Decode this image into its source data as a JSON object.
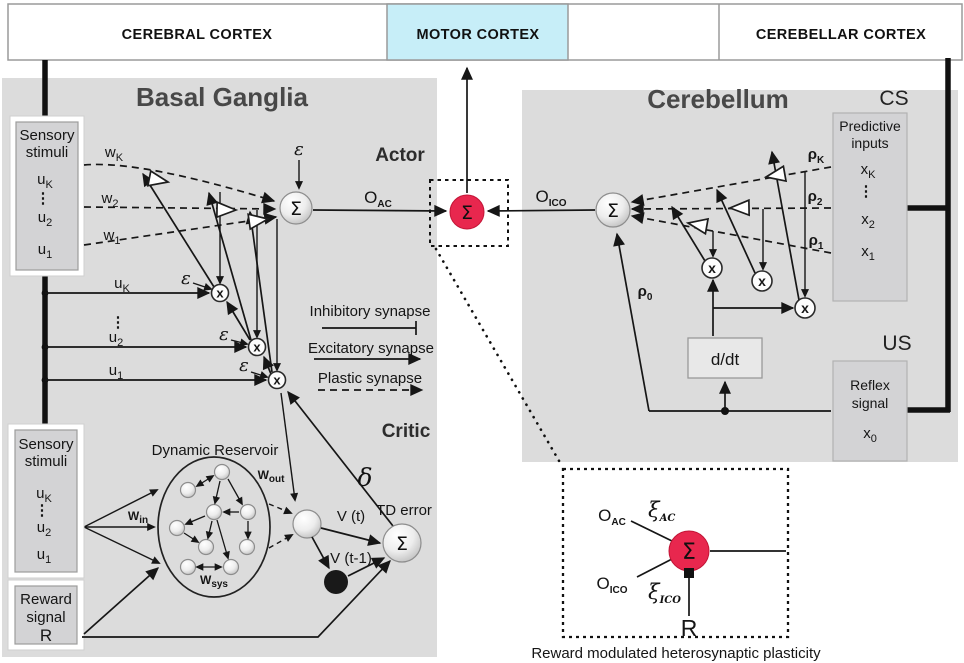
{
  "colors": {
    "motorBg": "#c7eef8",
    "redNode": "#e8274e",
    "panelBg": "#dcdcdc",
    "innerBox": "#d3d3d5"
  },
  "cortexBar": {
    "cerebral": "CEREBRAL CORTEX",
    "motor": "MOTOR CORTEX",
    "cerebellar": "CEREBELLAR CORTEX"
  },
  "bg": {
    "title": "Basal Ganglia",
    "actorLabel": "Actor",
    "criticLabel": "Critic",
    "sigma": "Σ",
    "mult": "x",
    "eps": "ε",
    "delta": "δ",
    "sensory1": {
      "t1": "Sensory",
      "t2": "stimuli",
      "uK": {
        "b": "u",
        "s": "K"
      },
      "dots": "⋮",
      "u2": {
        "b": "u",
        "s": "2"
      },
      "u1": {
        "b": "u",
        "s": "1"
      }
    },
    "w": {
      "wK": {
        "b": "w",
        "s": "K"
      },
      "w2": {
        "b": "w",
        "s": "2"
      },
      "w1": {
        "b": "w",
        "s": "1"
      }
    },
    "u": {
      "uK": {
        "b": "u",
        "s": "K"
      },
      "dots": "⋮",
      "u2": {
        "b": "u",
        "s": "2"
      },
      "u1": {
        "b": "u",
        "s": "1"
      }
    },
    "oac": {
      "b": "O",
      "s": "AC"
    },
    "legend": {
      "inhibitory": "Inhibitory synapse",
      "excitatory": "Excitatory synapse",
      "plastic": "Plastic synapse"
    },
    "sensory2": {
      "t1": "Sensory",
      "t2": "stimuli",
      "uK": {
        "b": "u",
        "s": "K"
      },
      "dots": "⋮",
      "u2": {
        "b": "u",
        "s": "2"
      },
      "u1": {
        "b": "u",
        "s": "1"
      }
    },
    "reward": {
      "t1": "Reward",
      "t2": "signal",
      "r": "R"
    },
    "reservoir": {
      "title": "Dynamic Reservoir",
      "win": {
        "b": "W",
        "s": "in"
      },
      "wout": {
        "b": "W",
        "s": "out"
      },
      "wsys": {
        "b": "W",
        "s": "sys"
      }
    },
    "vt": "V (t)",
    "vt1": "V (t-1)",
    "tdError": "TD error"
  },
  "motorNode": {
    "sigma": "Σ"
  },
  "cb": {
    "title": "Cerebellum",
    "cs": "CS",
    "us": "US",
    "sigma": "Σ",
    "mult": "x",
    "ddt": "d/dt",
    "predictive": {
      "t1": "Predictive",
      "t2": "inputs",
      "xK": {
        "b": "x",
        "s": "K"
      },
      "dots": "⋮",
      "x2": {
        "b": "x",
        "s": "2"
      },
      "x1": {
        "b": "x",
        "s": "1"
      }
    },
    "reflex": {
      "t1": "Reflex",
      "t2": "signal",
      "x0": {
        "b": "x",
        "s": "0"
      }
    },
    "rho": {
      "rK": {
        "b": "ρ",
        "s": "K"
      },
      "r2": {
        "b": "ρ",
        "s": "2"
      },
      "r1": {
        "b": "ρ",
        "s": "1"
      },
      "r0": {
        "b": "ρ",
        "s": "0"
      }
    },
    "oico": {
      "b": "O",
      "s": "ICO"
    }
  },
  "detail": {
    "sigma": "Σ",
    "r": "R",
    "oac": {
      "b": "O",
      "s": "AC"
    },
    "xiac": {
      "b": "ξ",
      "s": "AC"
    },
    "oico": {
      "b": "O",
      "s": "ICO"
    },
    "xiico": {
      "b": "ξ",
      "s": "ICO"
    },
    "caption": "Reward modulated heterosynaptic plasticity"
  }
}
